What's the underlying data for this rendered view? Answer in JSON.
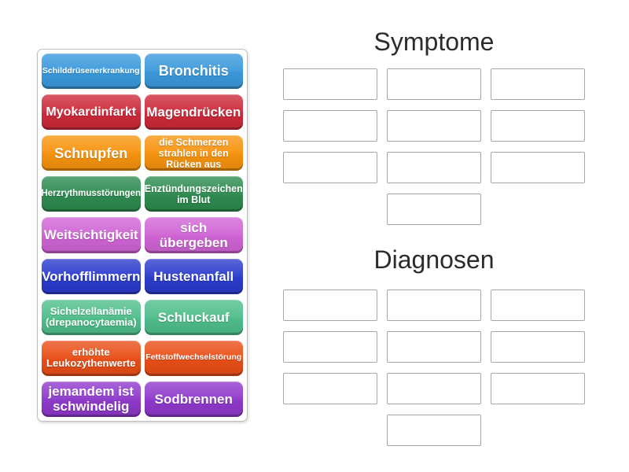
{
  "page": {
    "background": "#ffffff"
  },
  "left_panel": {
    "tiles": [
      {
        "label": "Schilddrüsenerkrankung",
        "color": "#3b99dc"
      },
      {
        "label": "Bronchitis",
        "color": "#3b99dc"
      },
      {
        "label": "Myokardinfarkt",
        "color": "#cd2a3a"
      },
      {
        "label": "Magendrücken",
        "color": "#cd2a3a"
      },
      {
        "label": "Schnupfen",
        "color": "#f7930e"
      },
      {
        "label": "die Schmerzen strahlen in den Rücken aus",
        "color": "#f7930e"
      },
      {
        "label": "Herzrythmusstörungen",
        "color": "#2e8b50"
      },
      {
        "label": "Enztündungszeichen im Blut",
        "color": "#2e8b50"
      },
      {
        "label": "Weitsichtigkeit",
        "color": "#d064d5"
      },
      {
        "label": "sich übergeben",
        "color": "#d064d5"
      },
      {
        "label": "Vorhofflimmern",
        "color": "#2b3ccd"
      },
      {
        "label": "Hustenanfall",
        "color": "#2b3ccd"
      },
      {
        "label": "Sichelzellanämie (drepanocytaemia)",
        "color": "#4fbe8c"
      },
      {
        "label": "Schluckauf",
        "color": "#4fbe8c"
      },
      {
        "label": "erhöhte Leukozythenwerte",
        "color": "#e94e17"
      },
      {
        "label": "Fettstoffwechselstörung",
        "color": "#e94e17"
      },
      {
        "label": "jemandem ist schwindelig",
        "color": "#8f39cc"
      },
      {
        "label": "Sodbrennen",
        "color": "#8f39cc"
      }
    ]
  },
  "groups": [
    {
      "title": "Symptome",
      "slot_count": 10
    },
    {
      "title": "Diagnosen",
      "slot_count": 10
    }
  ]
}
